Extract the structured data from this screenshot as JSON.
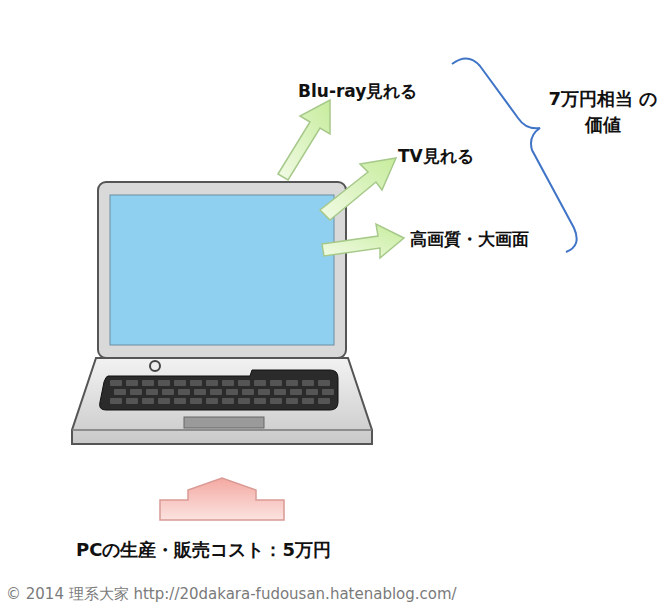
{
  "diagram": {
    "labels": [
      "Blu-ray見れる",
      "TV見れる",
      "高画質・大画面",
      "7万円相当 の価値",
      "PCの生産・販売コスト：5万円",
      "© 2014 理系大家 http://20dakara-fudousan.hatenablog.com/"
    ]
  }
}
